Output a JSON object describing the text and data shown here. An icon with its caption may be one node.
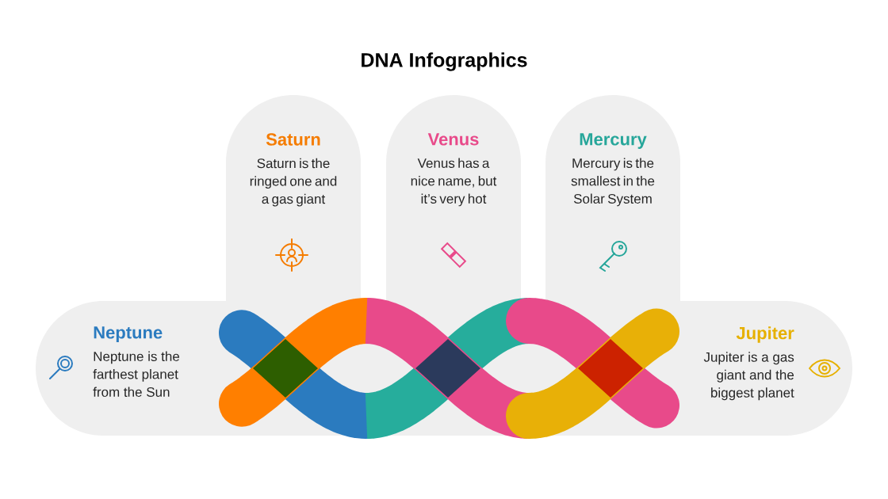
{
  "diagram": {
    "title": "DNA Infographics",
    "nodes": [
      {
        "text": [
          "Neptune",
          "Neptune is the farthest planet from the Sun"
        ]
      },
      {
        "text": [
          "Saturn",
          "Saturn is the ringed one and a gas giant"
        ]
      },
      {
        "text": [
          "Venus",
          "Venus has a nice name, but it’s very hot"
        ]
      },
      {
        "text": [
          "Mercury",
          "Mercury is the smallest in the Solar System"
        ]
      },
      {
        "text": [
          "Jupiter",
          "Jupiter is a gas giant and the biggest planet"
        ]
      }
    ]
  }
}
